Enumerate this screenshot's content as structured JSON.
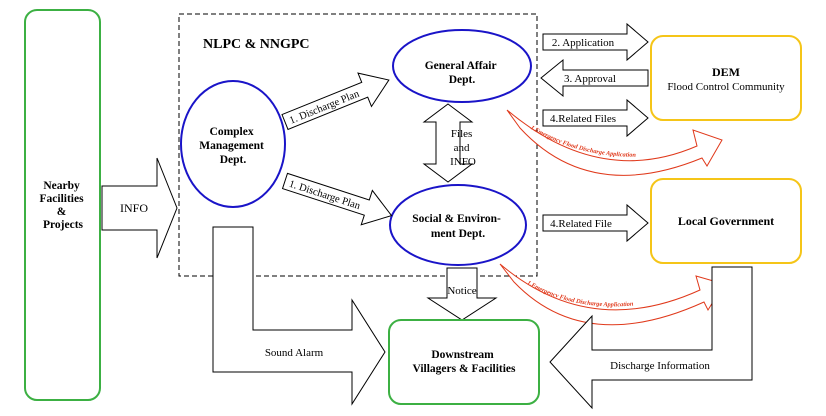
{
  "colors": {
    "green": "#3cb043",
    "yellow": "#f5c518",
    "blue": "#1a14c8",
    "red": "#e0391b",
    "black": "#000000"
  },
  "nodes": {
    "nearby": [
      "Nearby",
      "Facilities",
      "&",
      "Projects"
    ],
    "org_title": "NLPC & NNGPC",
    "complex": [
      "Complex",
      "Management",
      "Dept."
    ],
    "general": [
      "General Affair",
      "Dept."
    ],
    "social": [
      "Social & Environ-",
      "ment Dept."
    ],
    "dem_title": "DEM",
    "dem_sub": "Flood Control Community",
    "local_gov": "Local Government",
    "downstream": [
      "Downstream",
      "Villagers & Facilities"
    ]
  },
  "arrows": {
    "info": "INFO",
    "discharge_plan_1": "1. Discharge Plan",
    "discharge_plan_2": "1. Discharge Plan",
    "files_info": [
      "Files",
      "and",
      "INFO"
    ],
    "application": "2. Application",
    "approval": "3. Approval",
    "related_files": "4.Related Files",
    "related_file": "4.Related File",
    "emergency_1": "1.Emergency Flood Discharge Application",
    "emergency_2": "1.Emergency Flood Discharge Application",
    "notice": "Notice",
    "sound_alarm": "Sound Alarm",
    "discharge_information": "Discharge Information"
  }
}
